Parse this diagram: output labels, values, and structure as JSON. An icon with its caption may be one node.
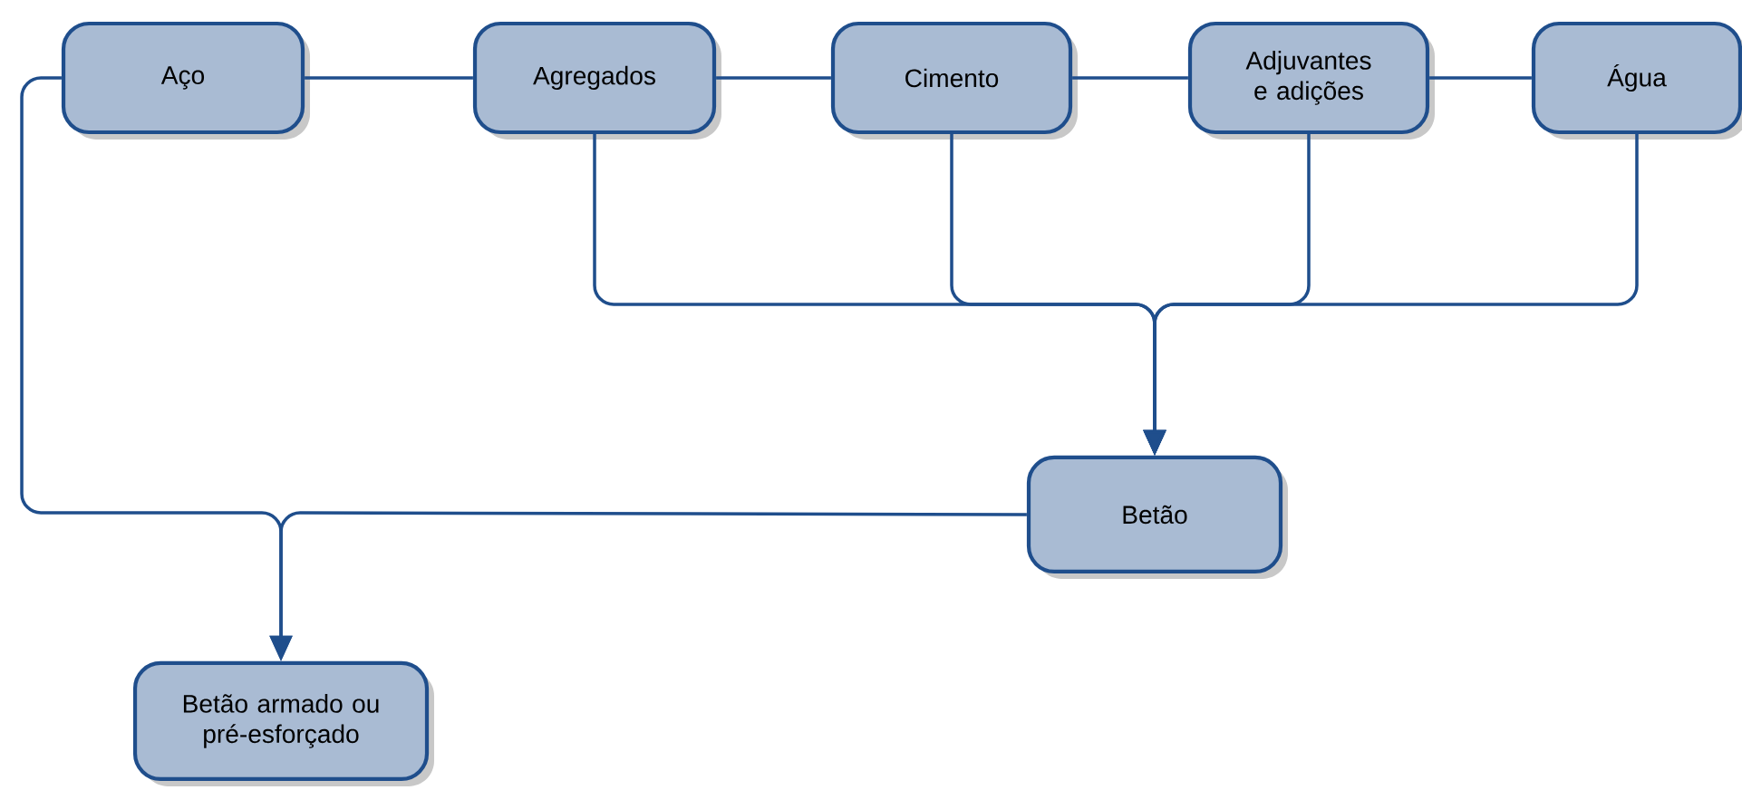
{
  "diagram": {
    "nodes": [
      {
        "text": [
          "Aço"
        ]
      },
      {
        "text": [
          "Agregados"
        ]
      },
      {
        "text": [
          "Cimento"
        ]
      },
      {
        "text": [
          "Adjuvantes e adições"
        ]
      },
      {
        "text": [
          "Água"
        ]
      },
      {
        "text": [
          "Betão"
        ]
      },
      {
        "text": [
          "Betão armado ou pré-esforçado"
        ]
      }
    ],
    "edges": [
      {
        "from": 0,
        "to": 1,
        "arrow": "none"
      },
      {
        "from": 1,
        "to": 2,
        "arrow": "none"
      },
      {
        "from": 2,
        "to": 3,
        "arrow": "none"
      },
      {
        "from": 3,
        "to": 4,
        "arrow": "none"
      },
      {
        "from": 1,
        "to": 5,
        "arrow": "to"
      },
      {
        "from": 2,
        "to": 5,
        "arrow": "to"
      },
      {
        "from": 3,
        "to": 5,
        "arrow": "to"
      },
      {
        "from": 4,
        "to": 5,
        "arrow": "to"
      },
      {
        "from": 0,
        "to": 6,
        "arrow": "to"
      },
      {
        "from": 5,
        "to": 6,
        "arrow": "to"
      }
    ]
  }
}
